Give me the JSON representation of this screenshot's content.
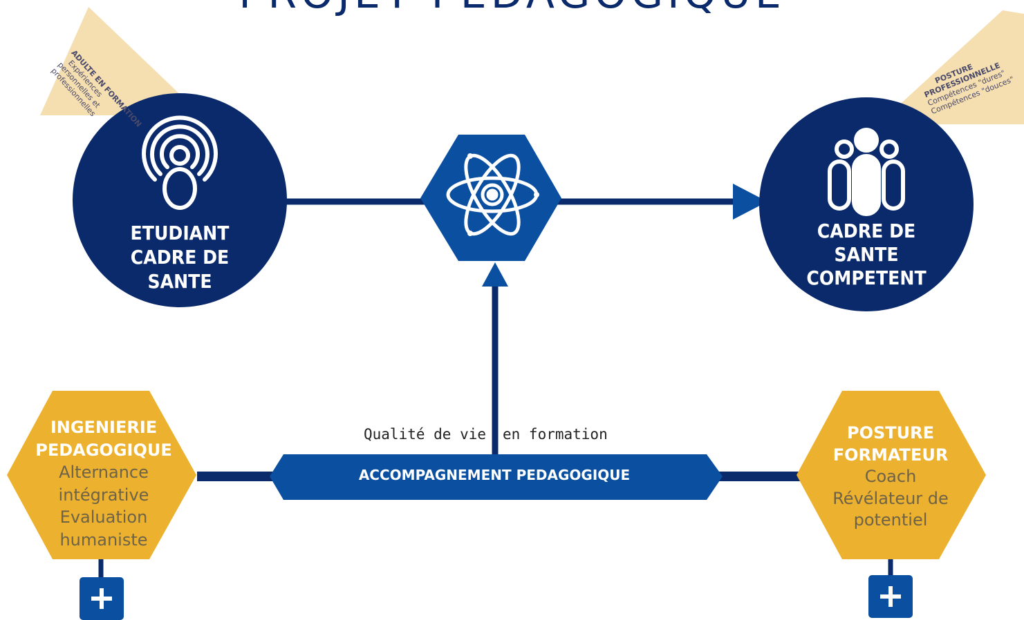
{
  "title": "PROJET PEDAGOGIQUE",
  "colors": {
    "navy": "#0a2a6b",
    "blue": "#0a4fa0",
    "gold": "#ecb12f",
    "cream": "#f5deb0",
    "gold_text": "#6e6347"
  },
  "left_node": {
    "label_lines": [
      "ETUDIANT",
      "CADRE DE",
      "SANTE"
    ],
    "icon": "person-signal-icon",
    "note_lines": [
      "ADULTE EN FORMATION",
      "Expériences",
      "personnelles et",
      "professionnelles"
    ]
  },
  "center_node": {
    "icon": "atom-icon"
  },
  "right_node": {
    "label_lines": [
      "CADRE DE",
      "SANTE",
      "COMPETENT"
    ],
    "icon": "group-icon",
    "note_lines": [
      "POSTURE",
      "PROFESSIONNELLE",
      "Compétences \"dures\"",
      "Compétences \"douces\""
    ]
  },
  "captions": {
    "left": "Qualité de vie",
    "right": "en formation"
  },
  "banner": {
    "label": "ACCOMPAGNEMENT PEDAGOGIQUE"
  },
  "left_hex": {
    "title_lines": [
      "INGENIERIE",
      "PEDAGOGIQUE"
    ],
    "body_lines": [
      "Alternance",
      "intégrative",
      "Evaluation",
      "humaniste"
    ],
    "button_icon": "plus-icon"
  },
  "right_hex": {
    "title_lines": [
      "POSTURE",
      "FORMATEUR"
    ],
    "body_lines": [
      "Coach",
      "Révélateur de",
      "potentiel"
    ],
    "button_icon": "plus-icon"
  }
}
